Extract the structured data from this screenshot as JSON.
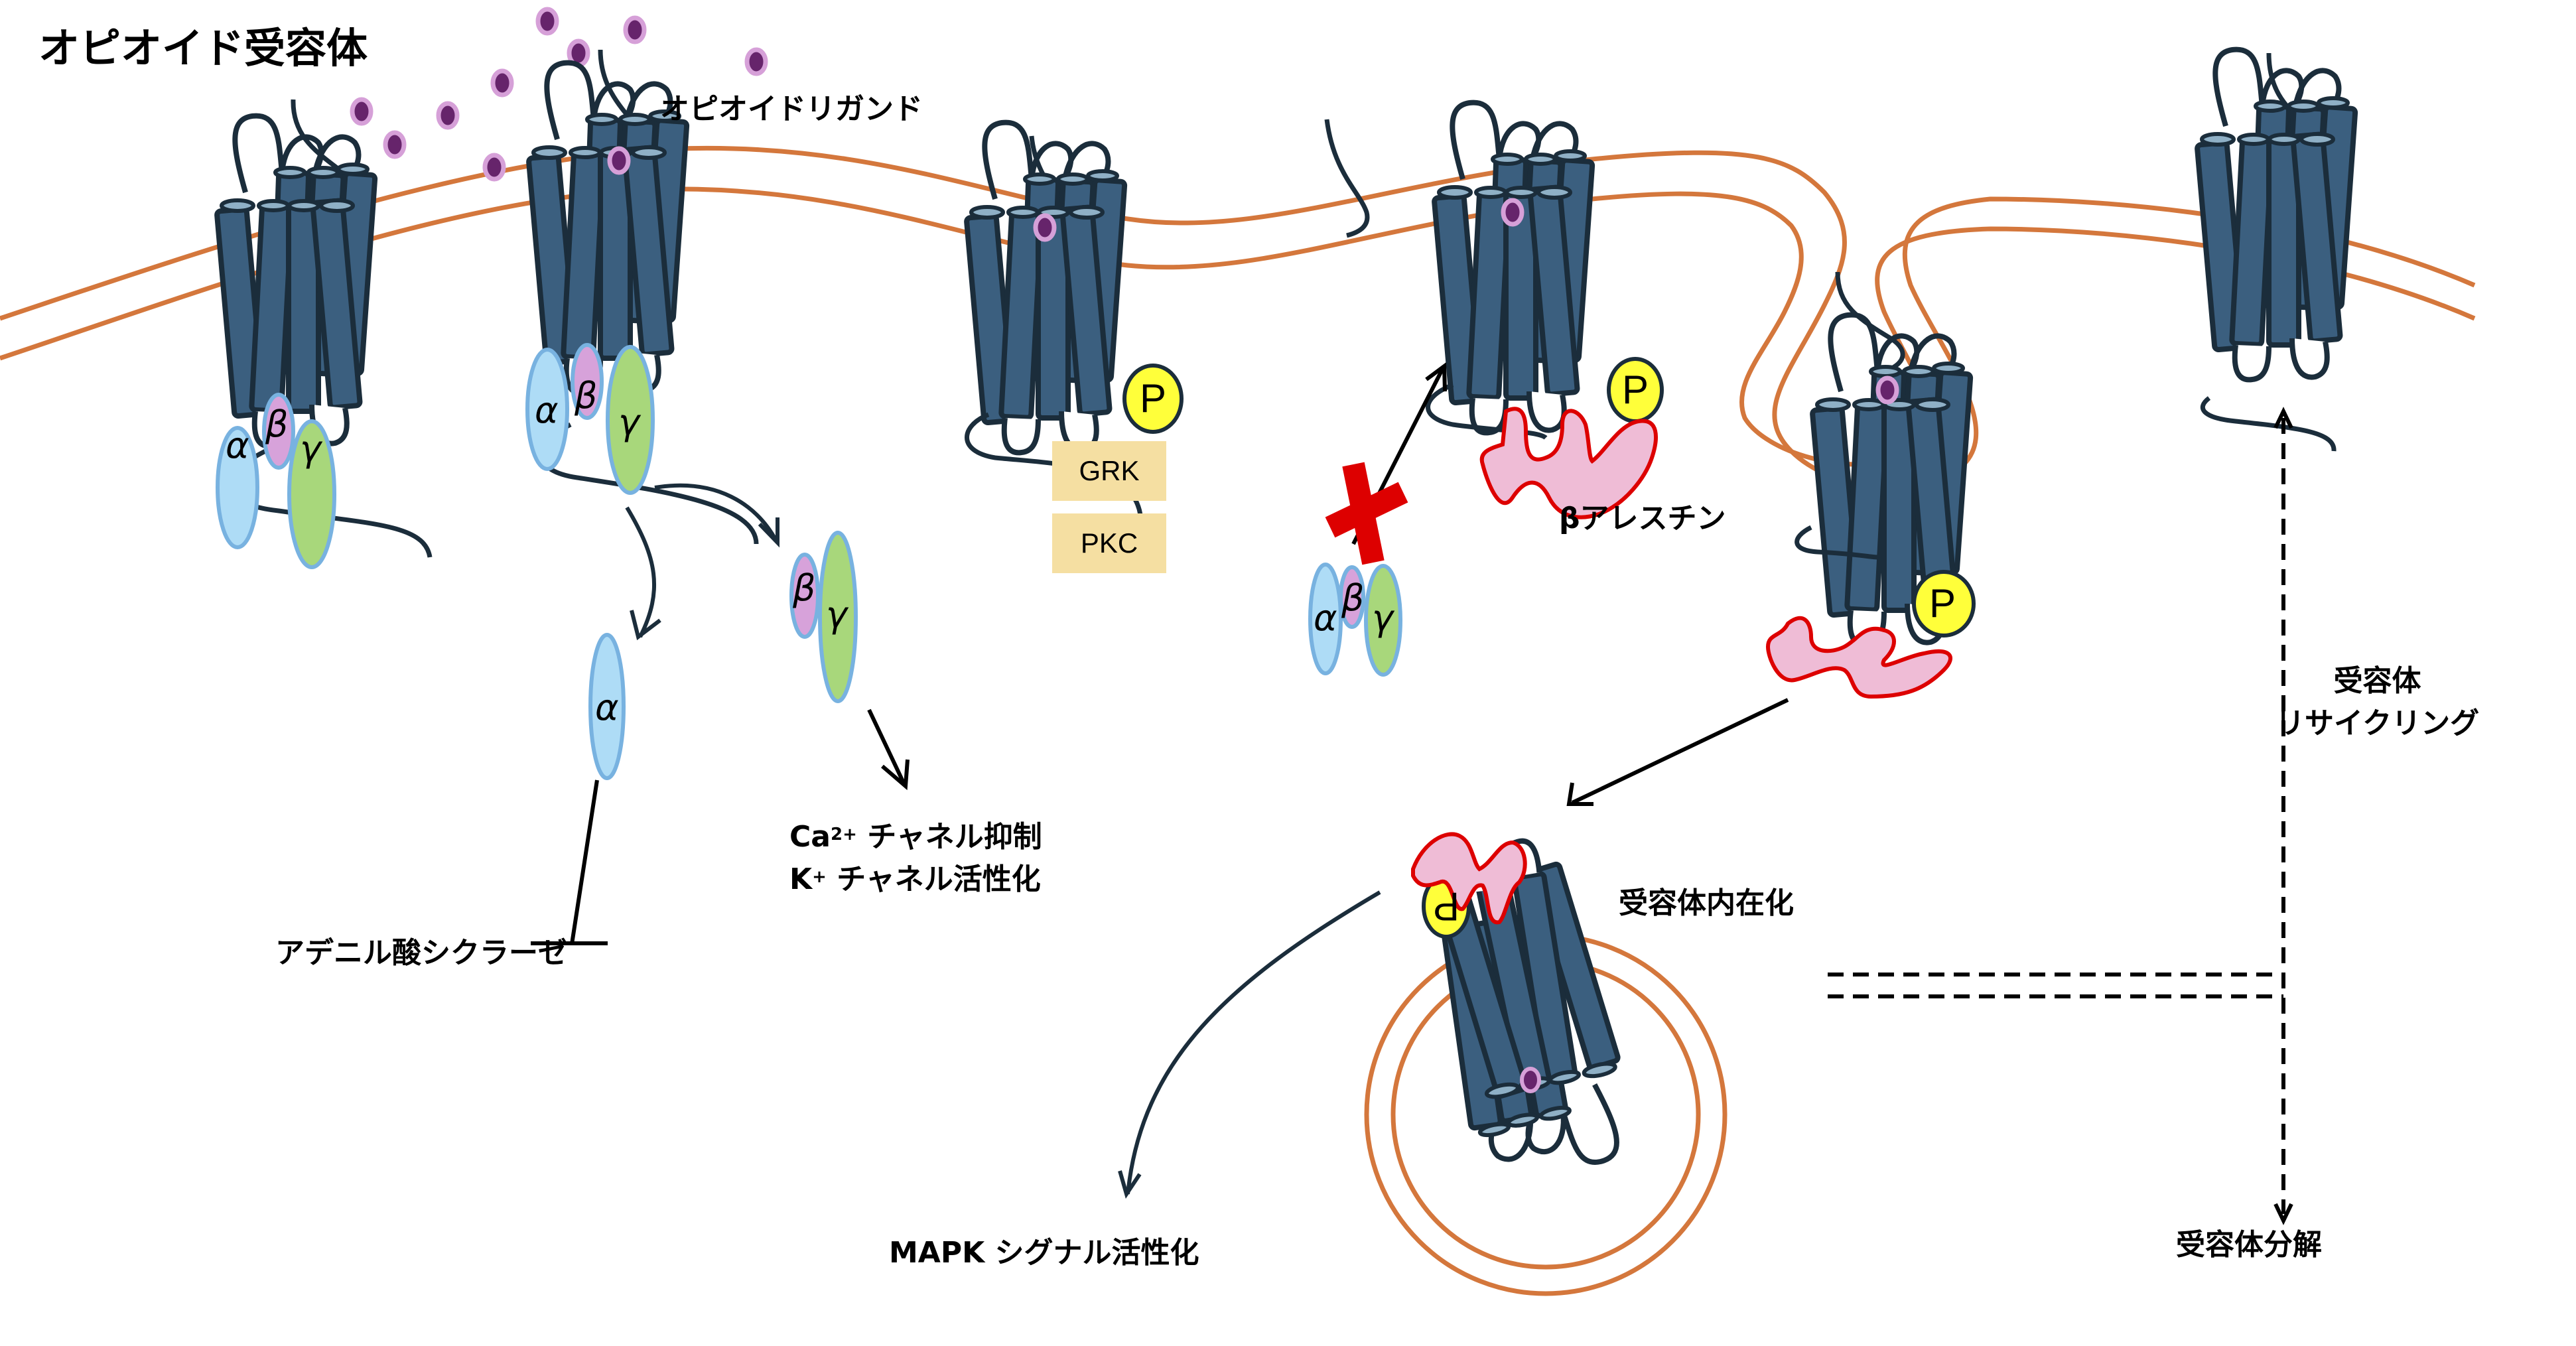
{
  "title": "オピオイド受容体",
  "labels": {
    "ligand": "オピオイドリガンド",
    "adenylyl_cyclase": "アデニル酸シクラーゼ",
    "ca_channel_prefix": "Ca",
    "ca_charge": "2+",
    "ca_channel_text": " チャネル抑制",
    "k_channel_prefix": "K",
    "k_charge": "+",
    "k_channel_text": " チャネル活性化",
    "beta_arrestin": "βアレスチン",
    "internalization": "受容体内在化",
    "mapk": "MAPK シグナル活性化",
    "recycling_line1": "受容体",
    "recycling_line2": "リサイクリング",
    "degradation": "受容体分解"
  },
  "kinases": {
    "grk": "GRK",
    "pkc": "PKC"
  },
  "subunits": {
    "alpha": "α",
    "beta": "β",
    "gamma": "γ"
  },
  "phospho": "P",
  "colors": {
    "membrane": "#d4773c",
    "receptor_fill": "#3b5f7f",
    "receptor_stroke": "#1b2d3b",
    "ligand_fill": "#66246b",
    "ligand_ring": "#d6a0d8",
    "alpha_fill": "#aedcf6",
    "beta_fill": "#d7a2da",
    "gamma_fill": "#a8d77b",
    "subunit_stroke": "#78b2e0",
    "phospho_fill": "#ffff3a",
    "arrestin_fill": "#efbcd6",
    "arrestin_stroke": "#dd0000",
    "kinase_box": "#f5dfa2",
    "block_cross": "#dd0000"
  }
}
